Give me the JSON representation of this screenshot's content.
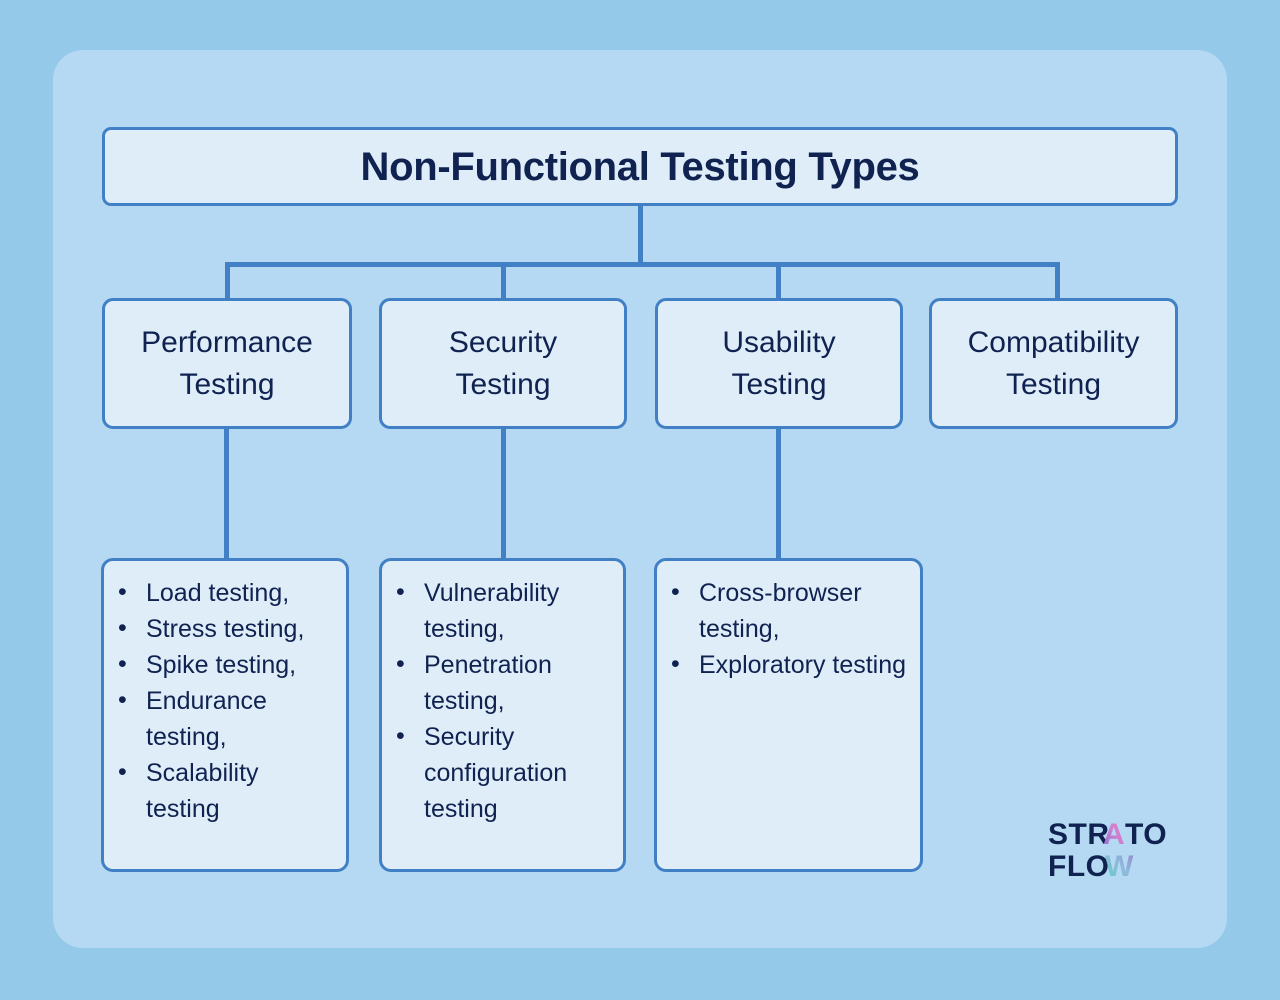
{
  "diagram": {
    "title": "Non-Functional Testing Types",
    "categories": [
      {
        "label": "Performance\nTesting"
      },
      {
        "label": "Security\nTesting"
      },
      {
        "label": "Usability\nTesting"
      },
      {
        "label": "Compatibility\nTesting"
      }
    ],
    "detail_lists": [
      {
        "parent": "Performance Testing",
        "items": [
          "Load testing,",
          "Stress testing,",
          "Spike testing,",
          "Endurance testing,",
          "Scalability testing"
        ]
      },
      {
        "parent": "Security Testing",
        "items": [
          "Vulnerability testing,",
          "Penetration testing,",
          "Security configuration testing"
        ]
      },
      {
        "parent": "Usability Testing",
        "items": [
          "Cross-browser testing,",
          "Exploratory testing"
        ]
      }
    ]
  },
  "logo": {
    "line1": "STRATO",
    "line2": "FLOW",
    "accent_pink": "#e07fc0",
    "accent_purple": "#8b6fd0",
    "accent_teal": "#5fcfc9"
  },
  "colors": {
    "page_background": "#94c9ea",
    "panel_background": "#b5d9f2",
    "box_fill": "#dfedf9",
    "box_border": "#4180c4",
    "text": "#0f2250",
    "connector": "#4180c4"
  }
}
